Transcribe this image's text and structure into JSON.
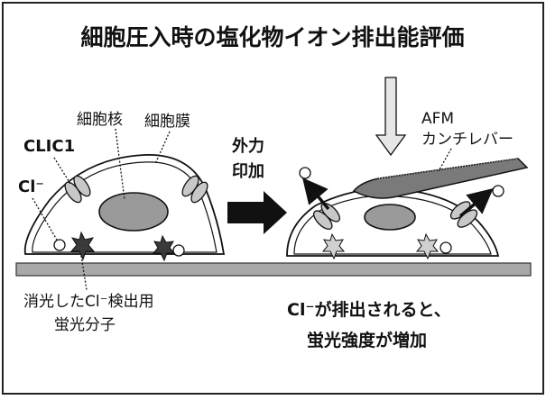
{
  "title": "細胞圧入時の塩化物イオン排出能評価",
  "labels": {
    "nucleus": "細胞核",
    "membrane": "細胞膜",
    "clic1": "CLIC1",
    "cl_ion": "Cl⁻",
    "force_line1": "外力",
    "force_line2": "印加",
    "afm_line1": "AFM",
    "afm_line2": "カンチレバー",
    "quenched_line1": "消光したCl⁻検出用",
    "quenched_line2": "蛍光分子",
    "result_line1": "Cl⁻が排出されると、",
    "result_line2": "蛍光強度が増加"
  },
  "colors": {
    "border": "#222222",
    "substrate": "#a8a8a8",
    "nucleus_fill": "#9a9a9a",
    "channel_fill": "#c8c8c8",
    "star_dark": "#3a3a3a",
    "star_light": "#d0d0d0",
    "cantilever": "#7a7a7a"
  }
}
